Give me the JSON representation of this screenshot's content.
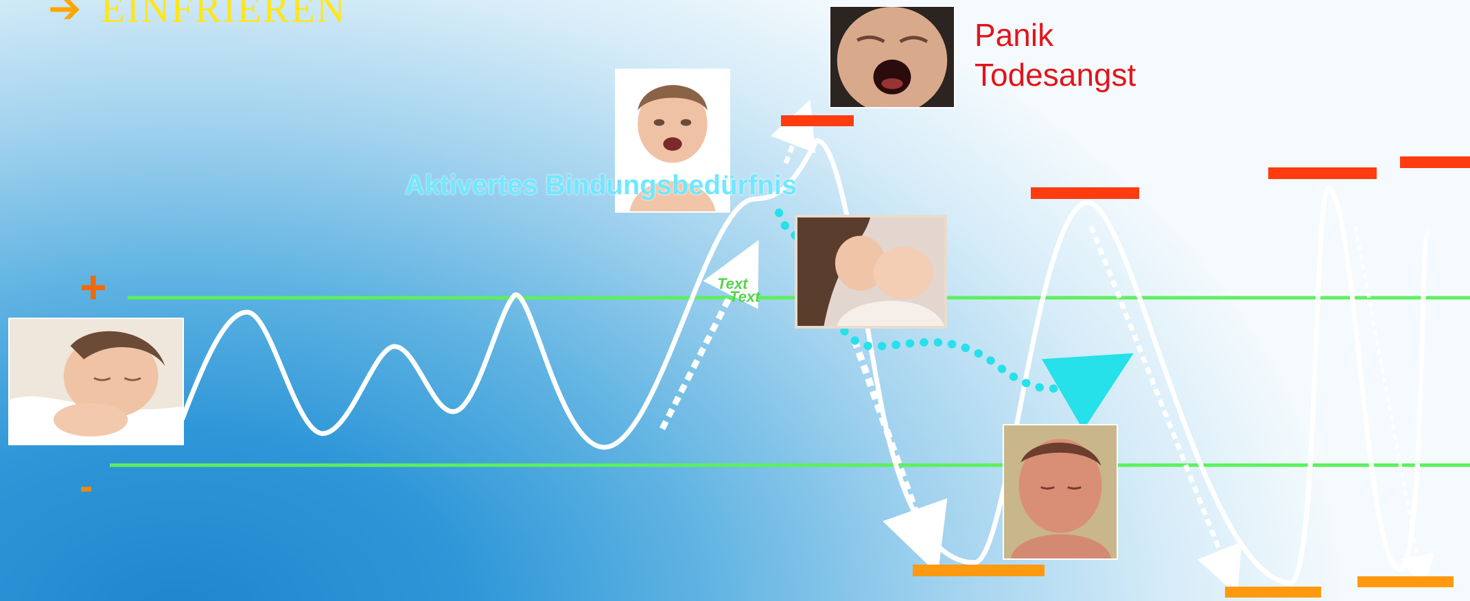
{
  "slide": {
    "title_arrow": "➔",
    "title": "EINFRIEREN",
    "plus_sign": "+",
    "minus_sign": "-",
    "panik_line1": "Panik",
    "panik_line2": "Todesangst",
    "bindung_label": "Aktivertes Bindungsbedürfnis",
    "text_placeholder_1": "Text",
    "text_placeholder_2": "Text"
  },
  "images": {
    "sleeping_baby": "sleeping-baby-photo",
    "crying_baby": "crying-baby-photo",
    "screaming_baby": "screaming-baby-face-photo",
    "mother_baby": "mother-holding-baby-photo",
    "newborn": "newborn-baby-photo"
  },
  "colors": {
    "title": "#ffe619",
    "arrow": "#ffa500",
    "panik": "#e3141a",
    "bindung": "#70e8ff",
    "threshold_line": "#5cf05c",
    "upper_marker": "#ff3b10",
    "lower_marker": "#ff9a10",
    "dotted_path": "#26e0ea",
    "wave": "#ffffff"
  }
}
